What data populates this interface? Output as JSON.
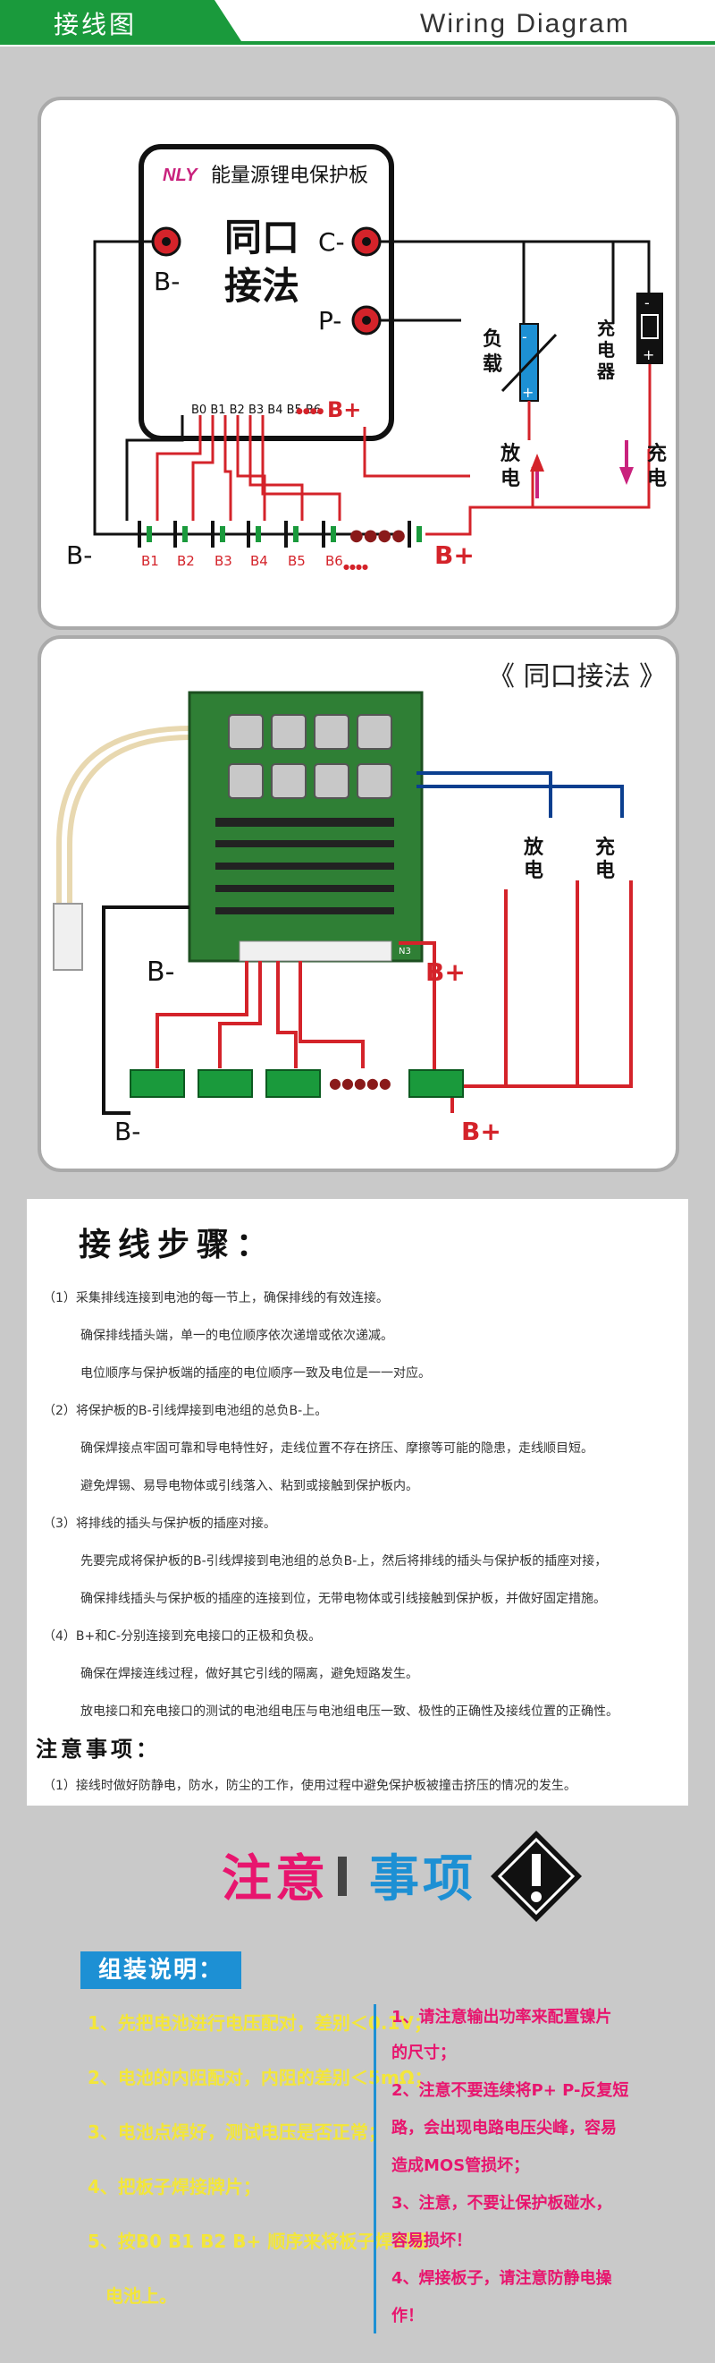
{
  "header": {
    "title_cn": "接线图",
    "title_en": "Wiring Diagram"
  },
  "diagram1": {
    "board_brand": "NLY",
    "board_name": "能量源锂电保护板",
    "method": [
      "同口",
      "接法"
    ],
    "b_minus": "B-",
    "c_minus": "C-",
    "p_minus": "P-",
    "pins": "B0 B1 B2 B3 B4 B5 B6",
    "pins_dots": "●●●●",
    "b_plus": "B+",
    "load": [
      "负",
      "载"
    ],
    "charger": [
      "充",
      "电",
      "器"
    ],
    "discharge": [
      "放",
      "电"
    ],
    "charge": [
      "充",
      "电"
    ],
    "cell_labels": [
      "B1",
      "B2",
      "B3",
      "B4",
      "B5",
      "B6"
    ],
    "cell_dots": "●●●●",
    "main_b_minus": "B-",
    "main_b_plus": "B+"
  },
  "diagram2": {
    "title": "《 同口接法 》",
    "b_minus_board": "B-",
    "b_plus_board": "B+",
    "b_minus": "B-",
    "b_plus": "B+",
    "discharge": [
      "放",
      "电"
    ],
    "charge": [
      "充",
      "电"
    ],
    "connector_label": "N3"
  },
  "steps": {
    "title": "接线步骤：",
    "lines": [
      "（1）采集排线连接到电池的每一节上，确保排线的有效连接。",
      "确保排线插头端，单一的电位顺序依次递增或依次递减。",
      "电位顺序与保护板端的插座的电位顺序一致及电位是一一对应。",
      "（2）将保护板的B-引线焊接到电池组的总负B-上。",
      "确保焊接点牢固可靠和导电特性好，走线位置不存在挤压、摩擦等可能的隐患，走线顺目短。",
      "避免焊锡、易导电物体或引线落入、粘到或接触到保护板内。",
      "（3）将排线的插头与保护板的插座对接。",
      "先要完成将保护板的B-引线焊接到电池组的总负B-上，然后将排线的插头与保护板的插座对接，",
      "确保排线插头与保护板的插座的连接到位，无带电物体或引线接触到保护板，并做好固定措施。",
      "（4）B+和C-分别连接到充电接口的正极和负极。",
      "确保在焊接连线过程，做好其它引线的隔离，避免短路发生。",
      "放电接口和充电接口的测试的电池组电压与电池组电压一致、极性的正确性及接线位置的正确性。"
    ],
    "notice_title": "注意事项：",
    "notice_line": "（1）接线时做好防静电，防水，防尘的工作，使用过程中避免保护板被撞击挤压的情况的发生。"
  },
  "notice": {
    "red": "注意",
    "blue": "事项",
    "assembly_title": "组装说明：",
    "left": [
      "1、先把电池进行电压配对，差别＜0.1V；",
      "2、电池的内阻配对，内阻的差别＜5mΩ；",
      "3、电池点焊好，测试电压是否正常；",
      "4、把板子焊接牌片；",
      "5、按B0   B1   B2   B+ 顺序来将板子焊到锂",
      "电池上。"
    ],
    "right": [
      "1、请注意输出功率来配置镍片",
      "的尺寸；",
      "2、注意不要连续将P+ P-反复短",
      "路，会出现电路电压尖峰，容易",
      "造成MOS管损坏；",
      "3、注意，不要让保护板碰水，",
      "容易损坏！",
      "4、焊接板子，请注意防静电操",
      "作！"
    ]
  },
  "colors": {
    "green": "#1a9a3c",
    "red": "#d4232a",
    "pink": "#e8156e",
    "blue": "#1d90d4",
    "yellow": "#f3e63a"
  }
}
